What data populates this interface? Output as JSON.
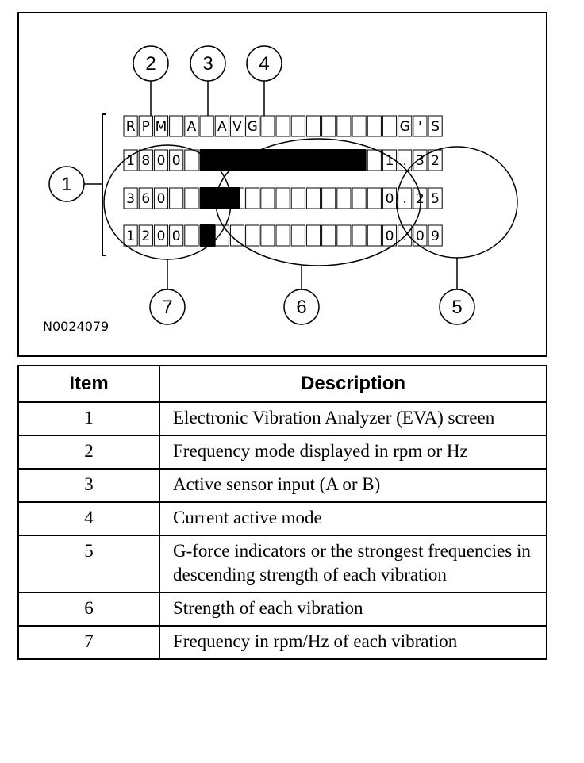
{
  "figure": {
    "code": "N0024079",
    "header_chars": [
      "R",
      "P",
      "M",
      "",
      "A",
      "",
      "A",
      "V",
      "G",
      "",
      "",
      "",
      "",
      "",
      "",
      "",
      "",
      "",
      "G",
      "'",
      "S"
    ],
    "rows": [
      {
        "freq": [
          "1",
          "8",
          "0",
          "0"
        ],
        "strength": 1.0,
        "gforce": [
          "",
          "1",
          ".",
          "3",
          "2"
        ]
      },
      {
        "freq": [
          "3",
          "6",
          "0",
          ""
        ],
        "strength": 0.25,
        "gforce": [
          "",
          "0",
          ".",
          "2",
          "5"
        ]
      },
      {
        "freq": [
          "1",
          "2",
          "0",
          "0"
        ],
        "strength": 0.1,
        "gforce": [
          "",
          "0",
          ".",
          "0",
          "9"
        ]
      }
    ],
    "callouts": [
      "1",
      "2",
      "3",
      "4",
      "5",
      "6",
      "7"
    ]
  },
  "table": {
    "headers": [
      "Item",
      "Description"
    ],
    "rows": [
      {
        "item": "1",
        "description": "Electronic Vibration Analyzer (EVA) screen"
      },
      {
        "item": "2",
        "description": "Frequency mode displayed in rpm or Hz"
      },
      {
        "item": "3",
        "description": "Active sensor input (A or B)"
      },
      {
        "item": "4",
        "description": "Current active mode"
      },
      {
        "item": "5",
        "description": "G-force indicators or the strongest frequencies in descending strength of each vibration"
      },
      {
        "item": "6",
        "description": "Strength of each vibration"
      },
      {
        "item": "7",
        "description": "Frequency in rpm/Hz of each vibration"
      }
    ]
  }
}
